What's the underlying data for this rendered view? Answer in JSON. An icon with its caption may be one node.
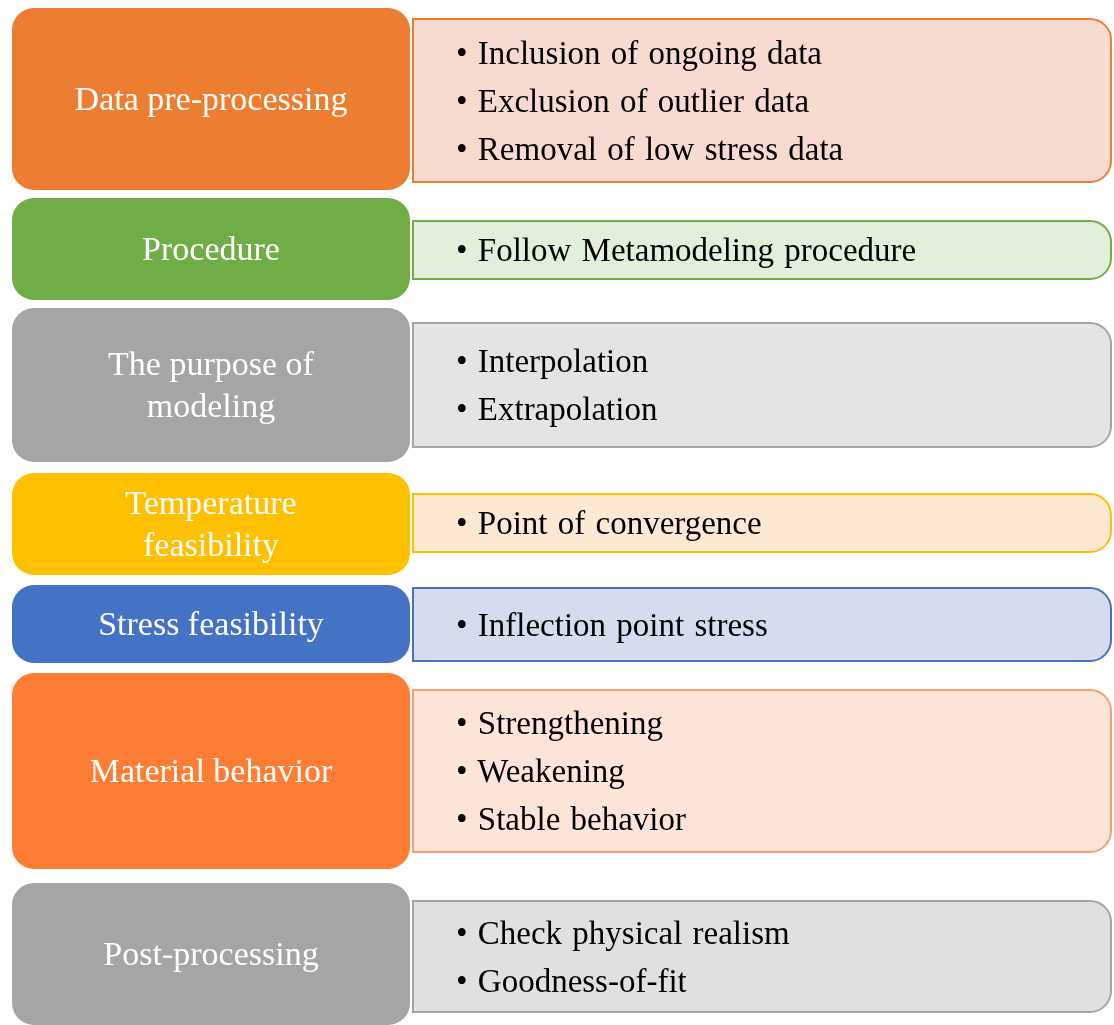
{
  "diagram": {
    "nodes": [
      {
        "text": [
          "Data pre-processing"
        ]
      },
      {
        "text": [
          "• Inclusion of ongoing data",
          "• Exclusion of outlier data",
          "• Removal of low stress data"
        ]
      },
      {
        "text": [
          "Procedure"
        ]
      },
      {
        "text": [
          "• Follow Metamodeling procedure"
        ]
      },
      {
        "text": [
          "The purpose of modeling"
        ]
      },
      {
        "text": [
          "• Interpolation",
          "• Extrapolation"
        ]
      },
      {
        "text": [
          "Temperature feasibility"
        ]
      },
      {
        "text": [
          "• Point of convergence"
        ]
      },
      {
        "text": [
          "Stress feasibility"
        ]
      },
      {
        "text": [
          "• Inflection point stress"
        ]
      },
      {
        "text": [
          "Material behavior"
        ]
      },
      {
        "text": [
          "• Strengthening",
          "• Weakening",
          "• Stable behavior"
        ]
      },
      {
        "text": [
          "Post-processing"
        ]
      },
      {
        "text": [
          "• Check physical realism",
          "• Goodness-of-fit"
        ]
      }
    ]
  }
}
